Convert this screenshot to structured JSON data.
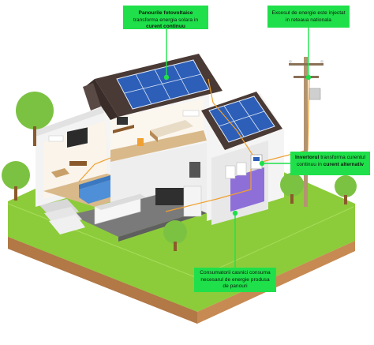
{
  "callouts": {
    "panels": {
      "strong1": "Panourile fotovoltaice",
      "text1": " transforma energia solara in ",
      "strong2": "curent continuu"
    },
    "grid": {
      "text1": "Excesul de energie este injectat in reteaua nationala"
    },
    "inverter": {
      "strong1": "Invertorul",
      "text1": " transforma curentul continuu in ",
      "strong2": "curent alternativ"
    },
    "consumers": {
      "text1": "Consumatorii casnici consuma necesarul de energie produsa de panouri"
    }
  },
  "colors": {
    "callout_bg": "#1fe04a",
    "leader_line": "#1fe04a",
    "wire": "#f0a030",
    "ground_top": "#8ccc3a",
    "soil": "#c78a52",
    "panel": "#2d5fb8"
  },
  "icons": [
    "solar-panel-icon",
    "inverter-icon",
    "utility-pole-icon",
    "tree-icon",
    "house-icon"
  ]
}
